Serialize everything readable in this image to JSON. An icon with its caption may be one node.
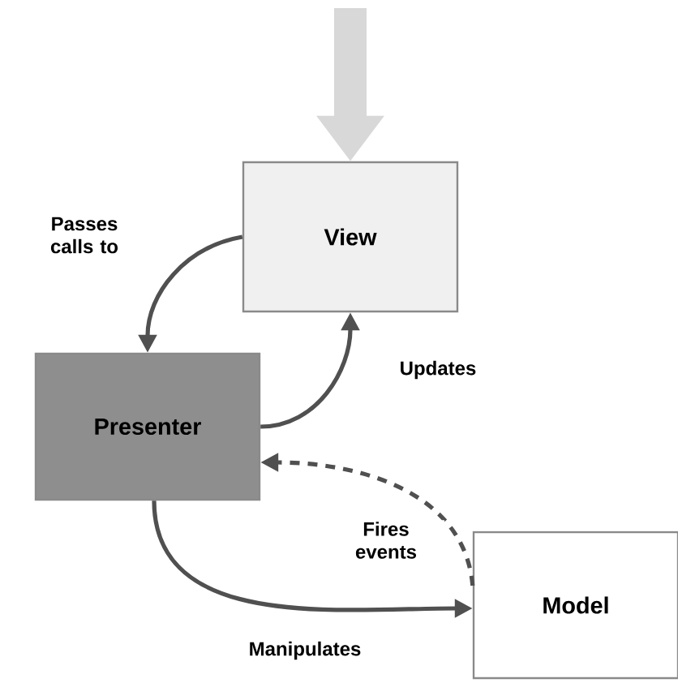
{
  "diagram": {
    "nodes": [
      {
        "text": [
          "View"
        ]
      },
      {
        "text": [
          "Presenter"
        ]
      },
      {
        "text": [
          "Model"
        ]
      }
    ],
    "edges": [
      {
        "from": null,
        "to": 0,
        "arrow": "to",
        "style": "thick",
        "color": "#d8d8d8"
      },
      {
        "from": 0,
        "to": 1,
        "arrow": "to",
        "label": "Passes calls to"
      },
      {
        "from": 1,
        "to": 0,
        "arrow": "to",
        "label": "Updates"
      },
      {
        "from": 2,
        "to": 1,
        "arrow": "to",
        "style": "dashed",
        "label": "Fires events"
      },
      {
        "from": 1,
        "to": 2,
        "arrow": "to",
        "label": "Manipulates"
      }
    ]
  }
}
